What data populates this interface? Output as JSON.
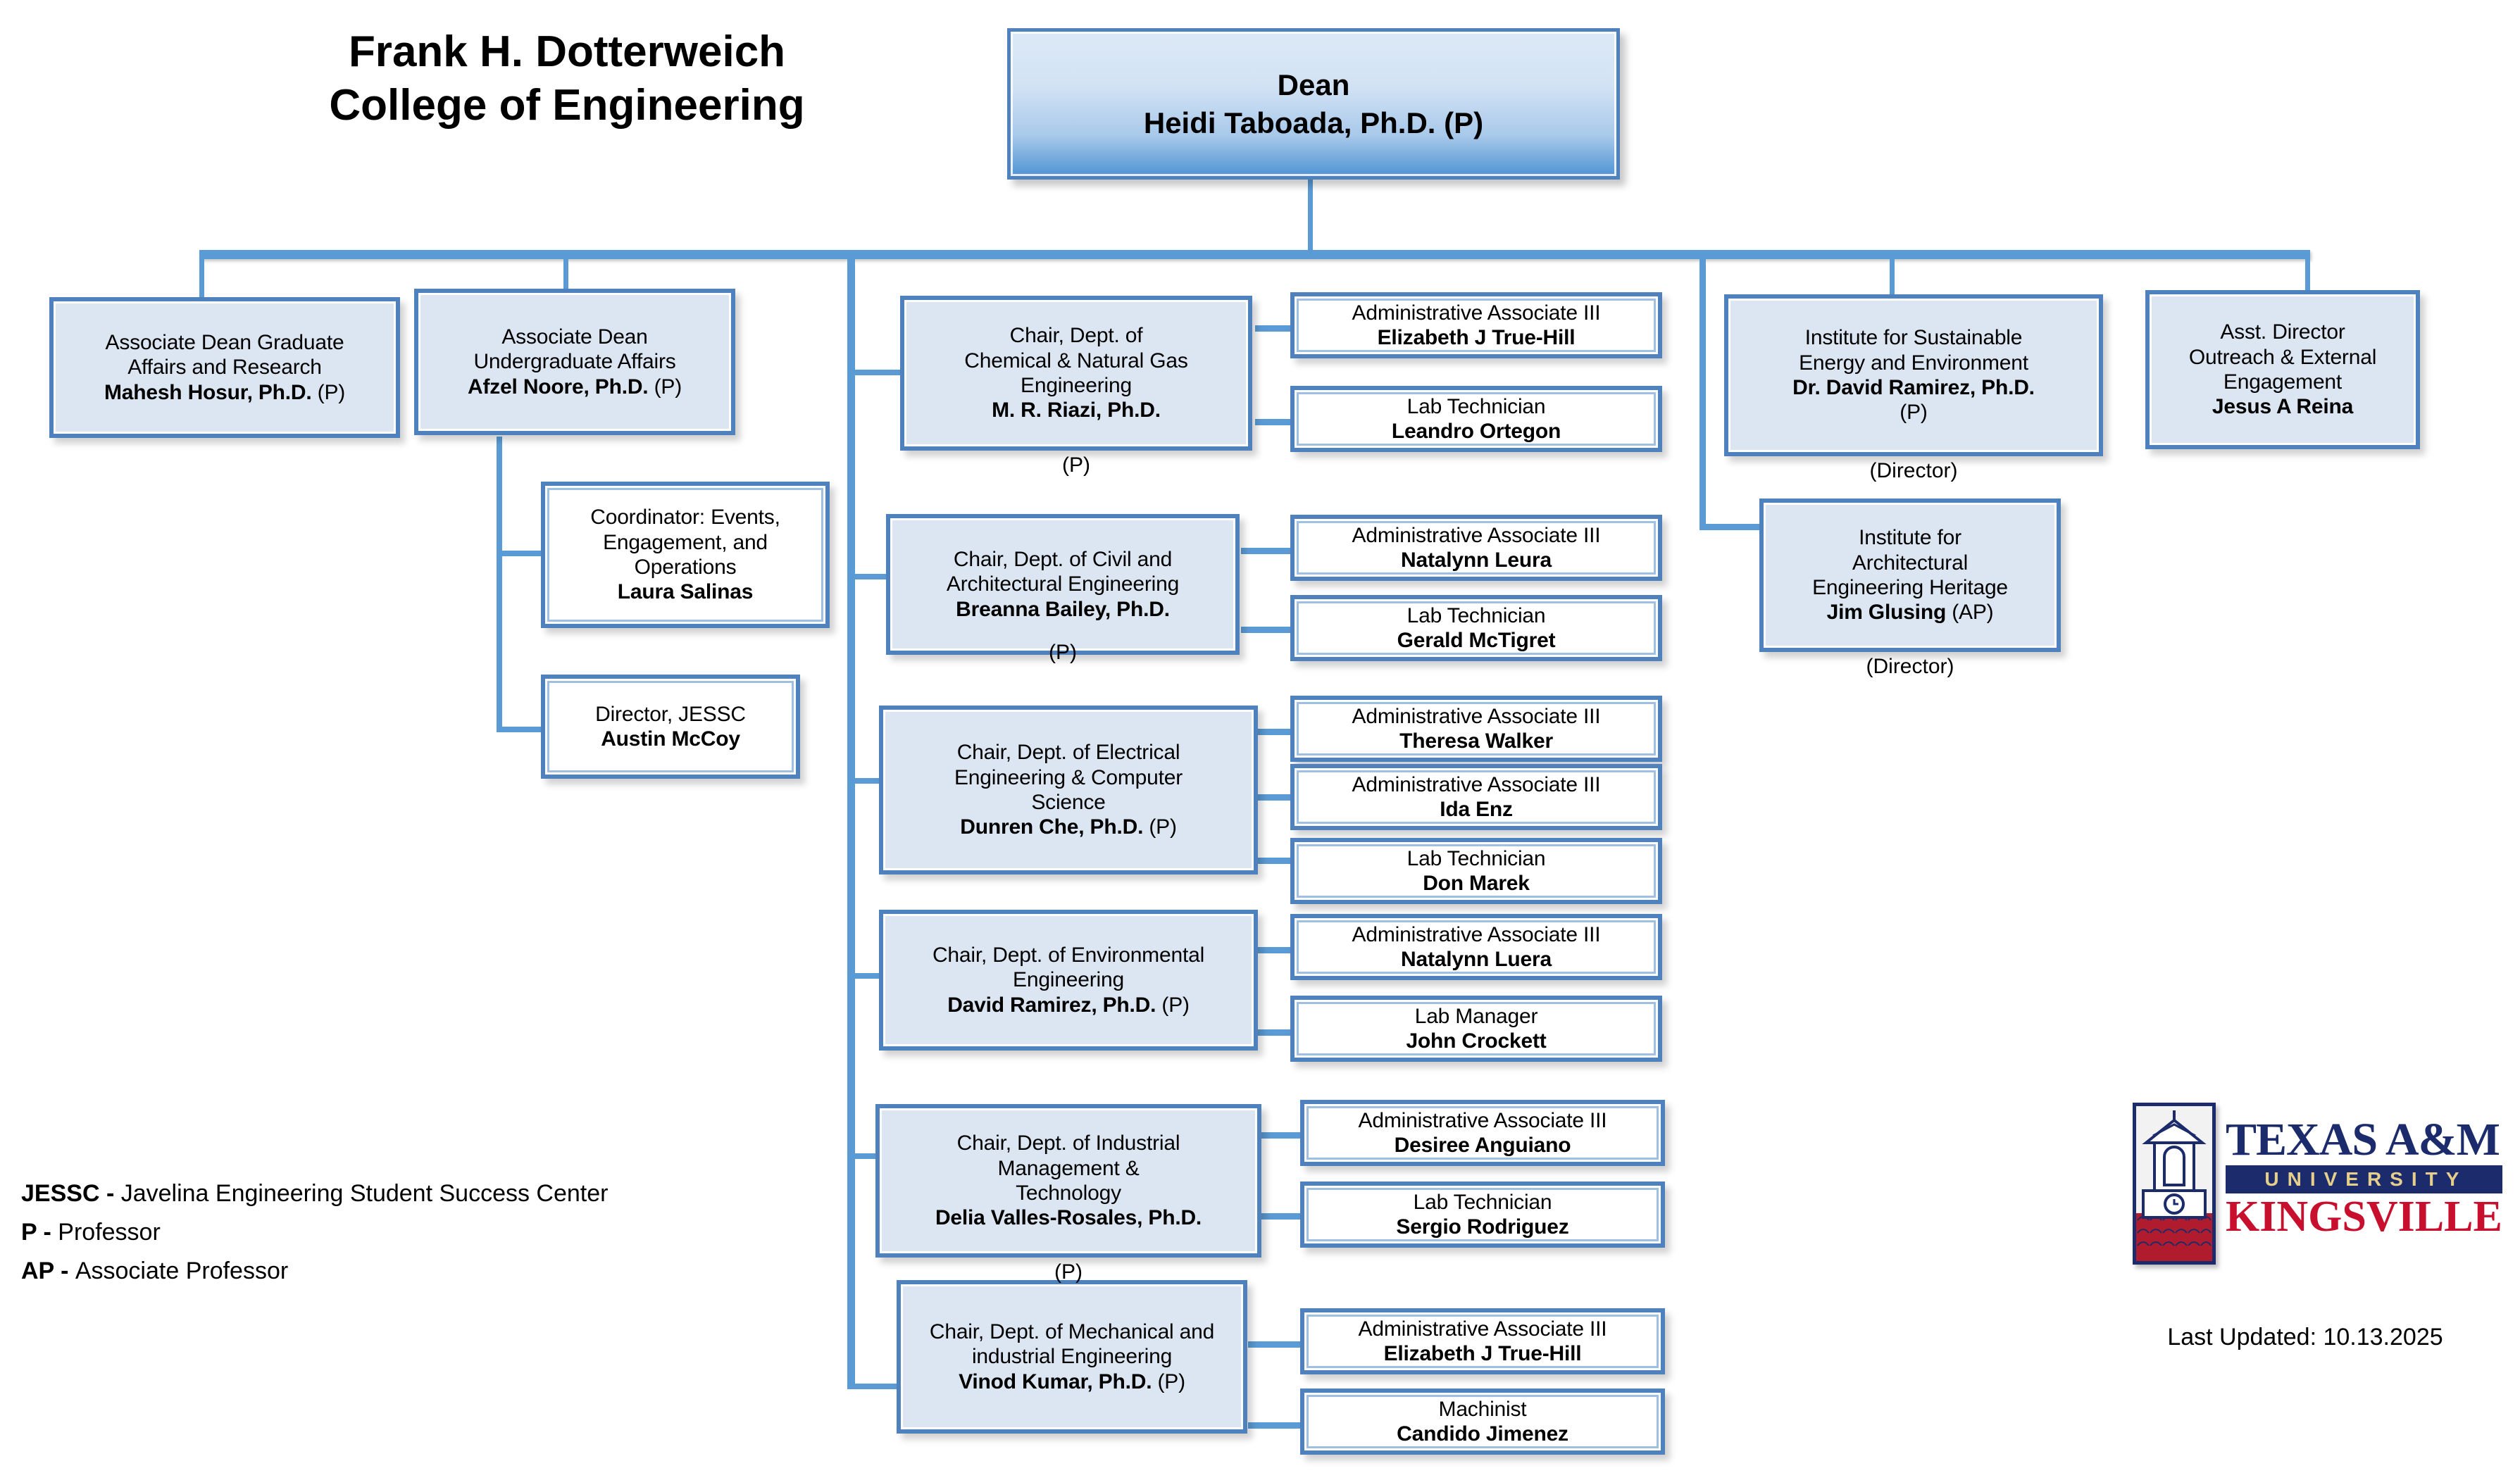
{
  "title": {
    "line1": "Frank H. Dotterweich",
    "line2": "College of Engineering"
  },
  "dean": {
    "role": "Dean",
    "name": "Heidi Taboada, Ph.D. (P)"
  },
  "associate_deans": [
    {
      "role_line1": "Associate Dean Graduate",
      "role_line2": "Affairs and Research",
      "name": "Mahesh Hosur, Ph.D.",
      "rank": " (P)"
    },
    {
      "role_line1": "Associate Dean",
      "role_line2": "Undergraduate Affairs",
      "name": "Afzel Noore, Ph.D.",
      "rank": " (P)"
    }
  ],
  "undergrad_reports": [
    {
      "role_line1": "Coordinator: Events,",
      "role_line2": "Engagement, and",
      "role_line3": "Operations",
      "name": "Laura Salinas"
    },
    {
      "role_line1": "Director, JESSC",
      "name": "Austin McCoy"
    }
  ],
  "departments": [
    {
      "role_line1": "Chair, Dept. of",
      "role_line2": "Chemical & Natural Gas",
      "role_line3": "Engineering",
      "name": "M. R. Riazi, Ph.D.",
      "rank_below": "(P)",
      "staff": [
        {
          "role": "Administrative Associate III",
          "name": "Elizabeth J True-Hill"
        },
        {
          "role": "Lab Technician",
          "name": "Leandro Ortegon"
        }
      ]
    },
    {
      "role_line1": "Chair, Dept. of Civil and",
      "role_line2": "Architectural Engineering",
      "name": "Breanna Bailey, Ph.D.",
      "rank_below": "(P)",
      "staff": [
        {
          "role": "Administrative Associate III",
          "name": "Natalynn Leura"
        },
        {
          "role": "Lab Technician",
          "name": "Gerald McTigret"
        }
      ]
    },
    {
      "role_line1": "Chair, Dept. of Electrical",
      "role_line2": "Engineering & Computer",
      "role_line3": "Science",
      "name": "Dunren Che, Ph.D.",
      "rank_inline": " (P)",
      "staff": [
        {
          "role": "Administrative Associate III",
          "name": "Theresa Walker"
        },
        {
          "role": "Administrative Associate III",
          "name": "Ida Enz"
        },
        {
          "role": "Lab Technician",
          "name": "Don Marek"
        }
      ]
    },
    {
      "role_line1": "Chair, Dept. of Environmental",
      "role_line2": "Engineering",
      "name": "David Ramirez, Ph.D.",
      "rank_inline": " (P)",
      "staff": [
        {
          "role": "Administrative Associate III",
          "name": "Natalynn Luera"
        },
        {
          "role": "Lab Manager",
          "name": "John Crockett"
        }
      ]
    },
    {
      "role_line1": "Chair, Dept. of Industrial",
      "role_line2": "Management &",
      "role_line3": "Technology",
      "name": "Delia Valles-Rosales, Ph.D.",
      "rank_below": "(P)",
      "staff": [
        {
          "role": "Administrative Associate III",
          "name": "Desiree Anguiano"
        },
        {
          "role": "Lab Technician",
          "name": "Sergio Rodriguez"
        }
      ]
    },
    {
      "role_line1": "Chair, Dept. of Mechanical and",
      "role_line2": "industrial Engineering",
      "name": "Vinod Kumar, Ph.D.",
      "rank_inline": " (P)",
      "staff": [
        {
          "role": "Administrative Associate III",
          "name": "Elizabeth J True-Hill"
        },
        {
          "role": "Machinist",
          "name": "Candido Jimenez"
        }
      ]
    }
  ],
  "institutes": [
    {
      "role_line1": "Institute for Sustainable",
      "role_line2": "Energy and Environment",
      "name": "Dr. David Ramirez, Ph.D.",
      "rank_in_box": "(P)",
      "caption_below": "(Director)"
    },
    {
      "role_line1": "Institute for",
      "role_line2": "Architectural",
      "role_line3": "Engineering Heritage",
      "name": "Jim Glusing",
      "rank_inline": " (AP)",
      "caption_below": "(Director)"
    }
  ],
  "asst_director": {
    "role_line1": "Asst.  Director",
    "role_line2": "Outreach & External",
    "role_line3": "Engagement",
    "name": "Jesus A Reina"
  },
  "legend": [
    {
      "abbr": "JESSC - ",
      "text": "Javelina Engineering Student Success Center"
    },
    {
      "abbr": "P - ",
      "text": "Professor"
    },
    {
      "abbr": "AP - ",
      "text": "Associate Professor"
    }
  ],
  "logo": {
    "tamu": "TEXAS A&M",
    "university": "UNIVERSITY",
    "kingsville": "KINGSVILLE"
  },
  "last_updated": "Last Updated: 10.13.2025",
  "colors": {
    "box_border": "#4f81bd",
    "box_fill": "#dce6f2",
    "connector": "#5b9bd5",
    "logo_navy": "#1b2b6b",
    "logo_red": "#c8102e",
    "logo_gold": "#e6cf8b"
  }
}
